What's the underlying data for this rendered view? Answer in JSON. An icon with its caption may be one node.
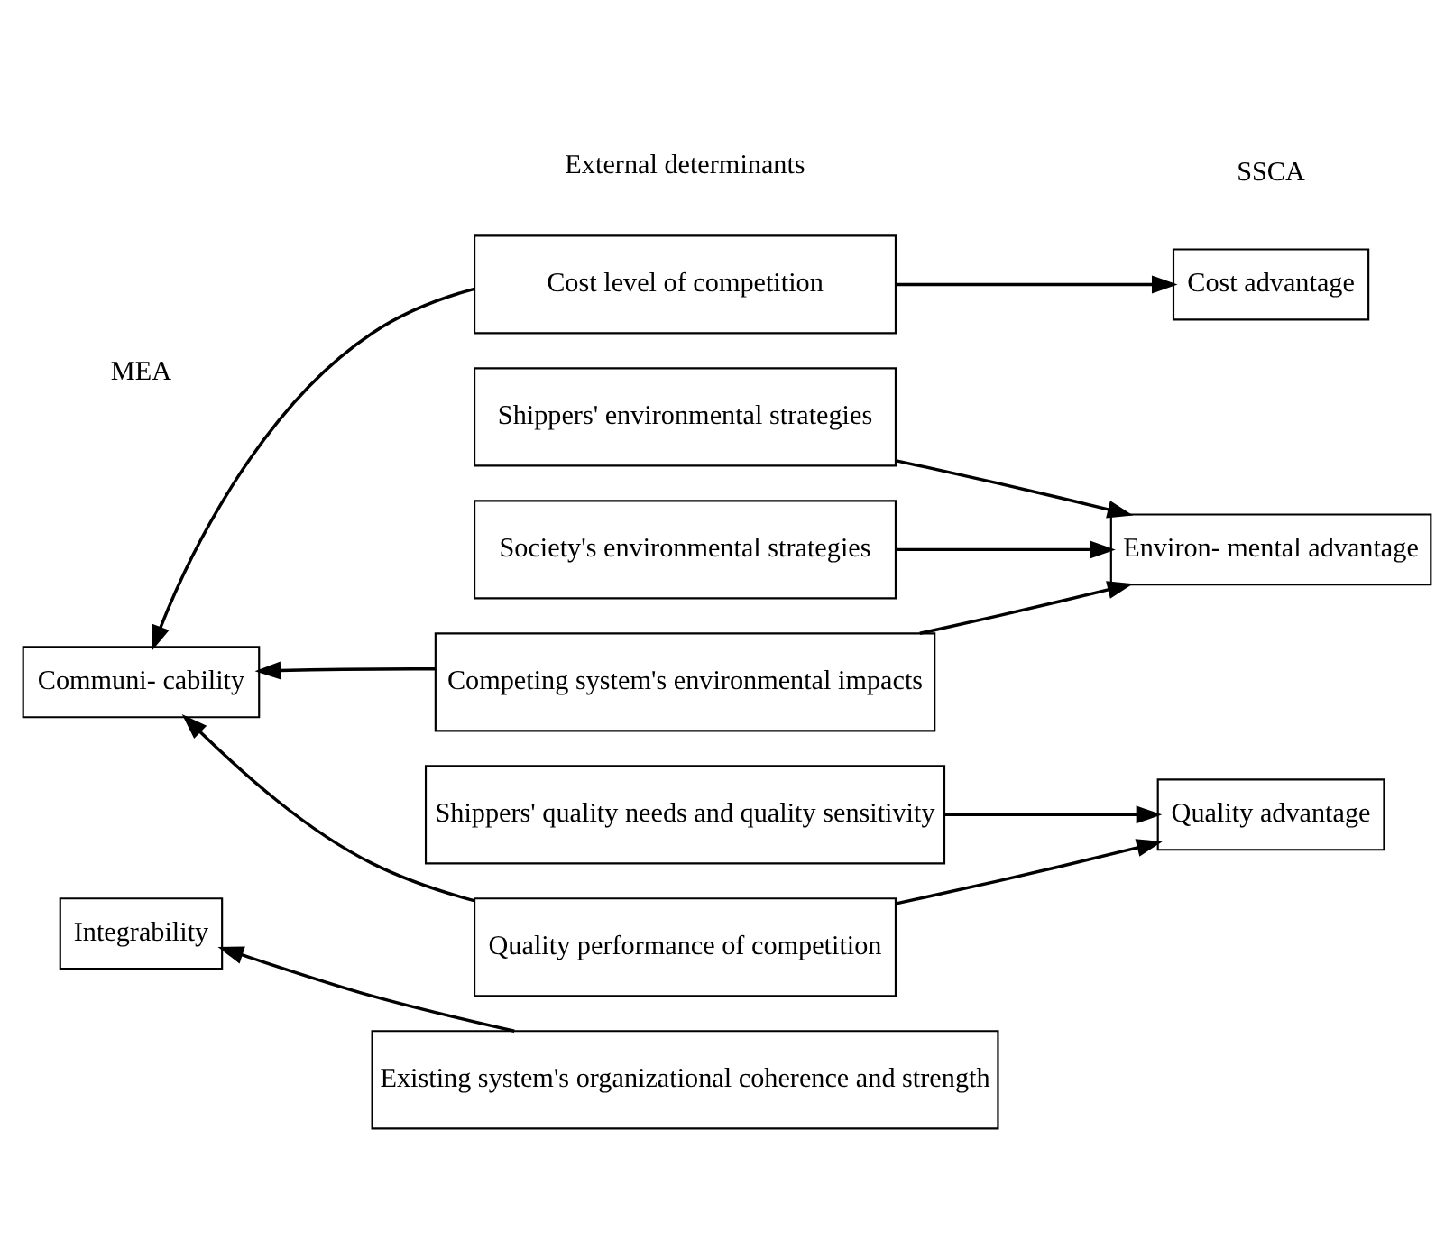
{
  "diagram": {
    "nodes": [
      {
        "text": [
          "Cost level of competition"
        ]
      },
      {
        "text": [
          "Cost advantage"
        ]
      },
      {
        "text": [
          "Shippers' environmental strategies"
        ]
      },
      {
        "text": [
          "Society's environmental strategies"
        ]
      },
      {
        "text": [
          "Environ- mental advantage"
        ]
      },
      {
        "text": [
          "Communi- cability"
        ]
      },
      {
        "text": [
          "Competing system's environmental impacts"
        ]
      },
      {
        "text": [
          "Shippers' quality needs and quality sensitivity"
        ]
      },
      {
        "text": [
          "Quality advantage"
        ]
      },
      {
        "text": [
          "Quality performance of competition"
        ]
      },
      {
        "text": [
          "Integrability"
        ]
      },
      {
        "text": [
          "Existing system's organizational coherence and strength"
        ]
      }
    ],
    "edges": [
      {
        "from": 0,
        "to": 1,
        "arrow": "to"
      },
      {
        "from": 0,
        "to": 5,
        "arrow": "to"
      },
      {
        "from": 2,
        "to": 4,
        "arrow": "to"
      },
      {
        "from": 3,
        "to": 4,
        "arrow": "to"
      },
      {
        "from": 6,
        "to": 4,
        "arrow": "to"
      },
      {
        "from": 6,
        "to": 5,
        "arrow": "to"
      },
      {
        "from": 7,
        "to": 8,
        "arrow": "to"
      },
      {
        "from": 9,
        "to": 8,
        "arrow": "to"
      },
      {
        "from": 9,
        "to": 5,
        "arrow": "to"
      },
      {
        "from": 11,
        "to": 10,
        "arrow": "to"
      }
    ],
    "labels": [
      "MEA",
      "External determinants",
      "SSCA"
    ]
  }
}
